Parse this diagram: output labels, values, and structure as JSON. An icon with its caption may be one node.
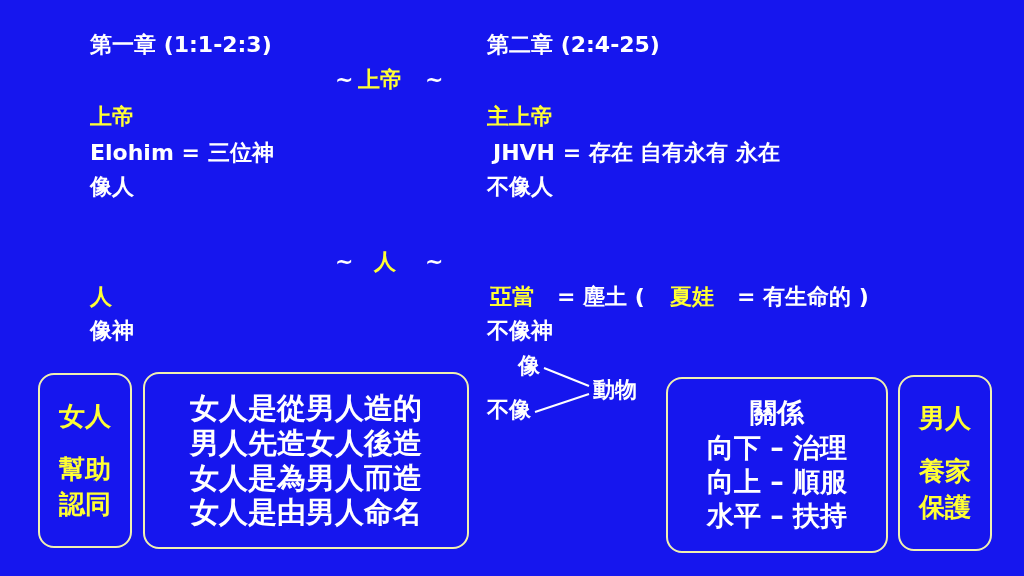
{
  "diagram": {
    "nodes": [
      {
        "text": [
          "像"
        ]
      },
      {
        "text": [
          "不像"
        ]
      },
      {
        "text": [
          "動物"
        ]
      },
      {
        "text": [
          "女人",
          "幫助",
          "認同"
        ]
      },
      {
        "text": [
          "女人是從男人造的",
          "男人先造女人後造",
          "女人是為男人而造",
          "女人是由男人命名"
        ]
      },
      {
        "text": [
          "關係",
          "向下 – 治理",
          "向上 – 順服",
          "水平 – 扶持"
        ]
      },
      {
        "text": [
          "男人",
          "養家",
          "保護"
        ]
      }
    ],
    "edges": [
      {
        "from": 0,
        "to": 2,
        "arrow": "none"
      },
      {
        "from": 1,
        "to": 2,
        "arrow": "none"
      }
    ],
    "labels": [
      "第一章 (1:1-2:3)",
      "第二章 (2:4-25)",
      "~",
      "上帝",
      "~",
      "上帝",
      "主上帝",
      "Elohim = 三位神",
      "JHVH = 存在 自有永有 永在",
      "像人",
      "不像人",
      "~",
      "人",
      "~",
      "人",
      "亞當",
      "= 塵土 (",
      "夏娃",
      "= 有生命的 )",
      "像神",
      "不像神"
    ]
  }
}
